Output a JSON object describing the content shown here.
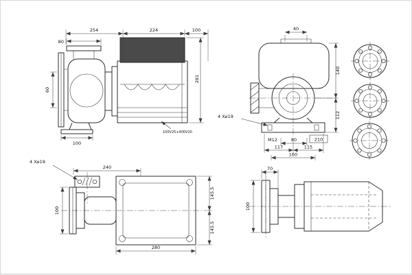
{
  "colors": {
    "background": "#ffffff",
    "line": "#2b2b2b",
    "terminal_box_fill": "#4a4a4a"
  },
  "views": {
    "side": {
      "dim_254": "254",
      "dim_224": "224",
      "dim_100_top": "100",
      "dim_80": "80",
      "dim_60": "60",
      "dim_100_foot": "100",
      "dim_281": "281",
      "cable_label": "100V25+400V20"
    },
    "front": {
      "dim_40": "40",
      "dim_140": "140",
      "dim_112": "112",
      "holes_callout": "4 X⌀19",
      "thread_label": "M12",
      "dim_80": "80",
      "dim_210": "210",
      "dim_117": "117",
      "dim_115": "115",
      "dim_160": "160"
    },
    "plan": {
      "holes_callout": "4 X⌀19",
      "dim_240": "240",
      "dim_100": "100",
      "dim_280": "280",
      "dim_145_top": "145.5",
      "dim_145_bottom": "145.5"
    },
    "shaft": {
      "dim_70": "70",
      "dim_100": "100"
    }
  }
}
